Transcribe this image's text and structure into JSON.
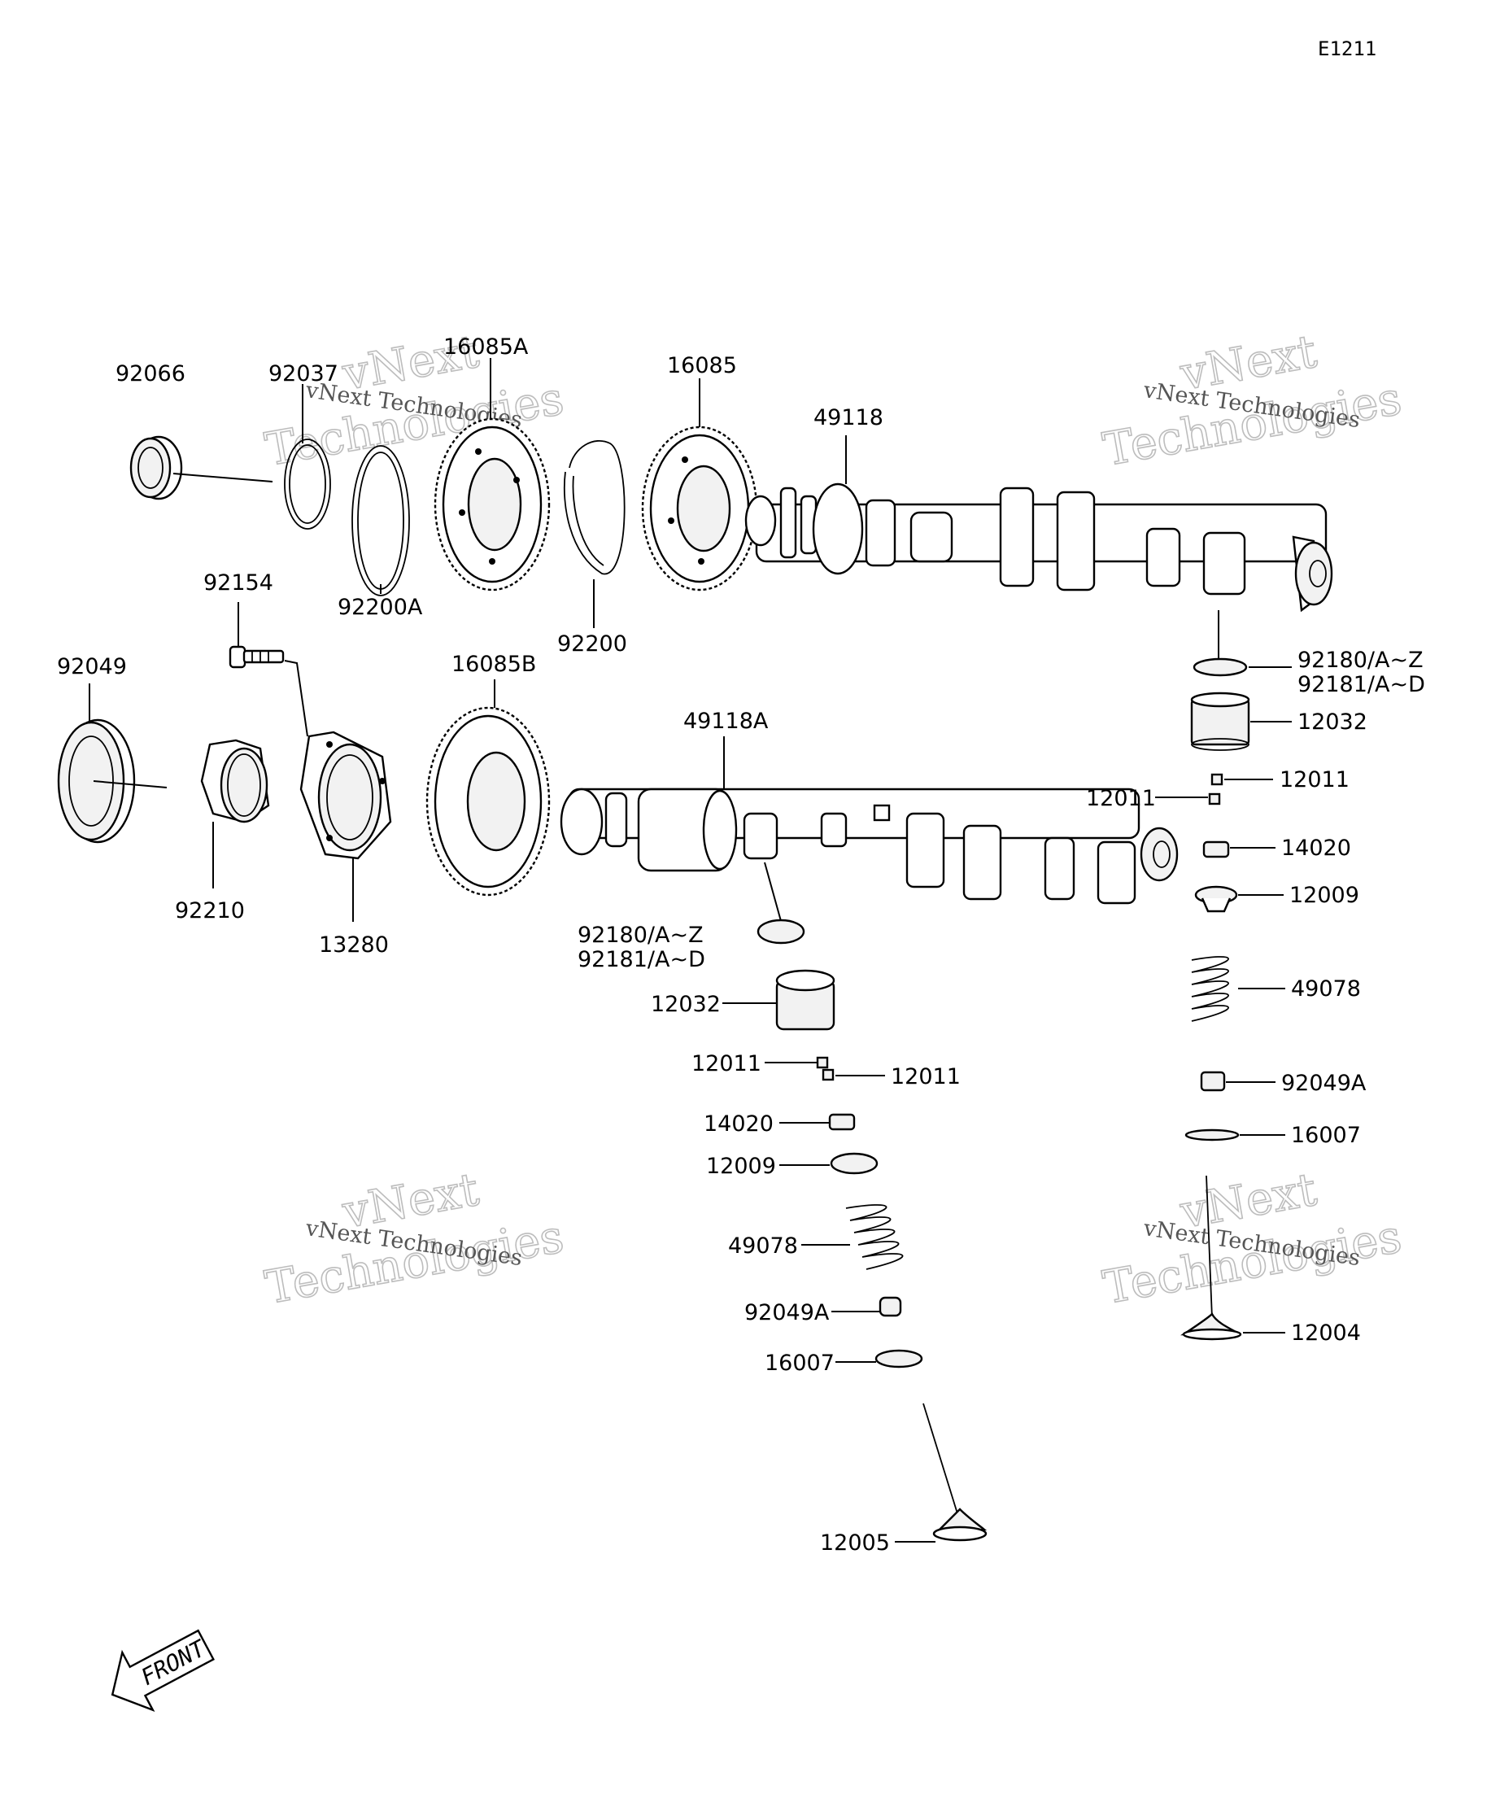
{
  "diagram_code": "E1211",
  "watermark": {
    "line1": "vNext",
    "line2": "Technologies",
    "small": "vNext Technologies"
  },
  "front_arrow": "FRONT",
  "parts": {
    "p92066": "92066",
    "p92037": "92037",
    "p16085A": "16085A",
    "p16085": "16085",
    "p49118": "49118",
    "p92200A": "92200A",
    "p92200": "92200",
    "p92154": "92154",
    "p92049": "92049",
    "p16085B": "16085B",
    "p49118A": "49118A",
    "p92210": "92210",
    "p13280": "13280",
    "r92180": "92180/A~Z",
    "r92181": "92181/A~D",
    "r12032": "12032",
    "r12011a": "12011",
    "r12011b": "12011",
    "r14020": "14020",
    "r12009": "12009",
    "r49078": "49078",
    "r92049A": "92049A",
    "r16007": "16007",
    "r12004": "12004",
    "c92180": "92180/A~Z",
    "c92181": "92181/A~D",
    "c12032": "12032",
    "c12011a": "12011",
    "c12011b": "12011",
    "c14020": "14020",
    "c12009": "12009",
    "c49078": "49078",
    "c92049A": "92049A",
    "c16007": "16007",
    "c12005": "12005"
  }
}
